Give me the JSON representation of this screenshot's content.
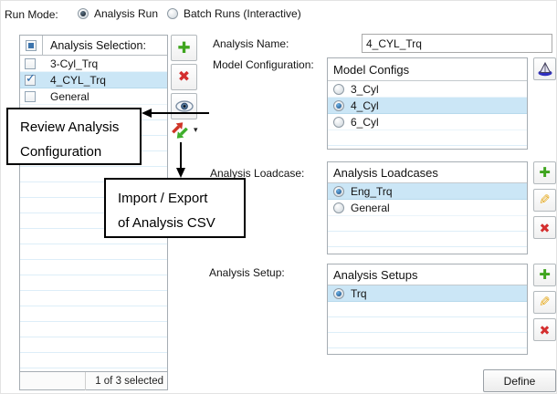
{
  "run_mode": {
    "label": "Run Mode:",
    "options": [
      {
        "label": "Analysis Run",
        "selected": true
      },
      {
        "label": "Batch Runs (Interactive)",
        "selected": false
      }
    ]
  },
  "selection_list": {
    "header": "Analysis Selection:",
    "rows": [
      {
        "label": "3-Cyl_Trq",
        "checked": false,
        "highlighted": false
      },
      {
        "label": "4_CYL_Trq",
        "checked": true,
        "highlighted": true
      },
      {
        "label": "General",
        "checked": false,
        "highlighted": false
      }
    ],
    "select_all_state": "partial",
    "status": "1 of 3 selected"
  },
  "callouts": {
    "review": {
      "line1": "Review Analysis",
      "line2": "Configuration"
    },
    "import_export": {
      "line1": "Import / Export",
      "line2": "of Analysis CSV"
    }
  },
  "analysis_name": {
    "label": "Analysis Name:",
    "value": "4_CYL_Trq"
  },
  "model_configuration": {
    "label": "Model Configuration:",
    "list_title": "Model Configs",
    "options": [
      {
        "label": "3_Cyl",
        "selected": false
      },
      {
        "label": "4_Cyl",
        "selected": true
      },
      {
        "label": "6_Cyl",
        "selected": false
      }
    ]
  },
  "analysis_loadcase": {
    "label": "Analysis Loadcase:",
    "list_title": "Analysis Loadcases",
    "options": [
      {
        "label": "Eng_Trq",
        "selected": true
      },
      {
        "label": "General",
        "selected": false
      }
    ]
  },
  "analysis_setup": {
    "label": "Analysis Setup:",
    "list_title": "Analysis Setups",
    "options": [
      {
        "label": "Trq",
        "selected": true
      }
    ]
  },
  "define_button": "Define",
  "icons": {
    "plus": "✚",
    "cross": "✖",
    "pencil": "✎",
    "caret": "▾",
    "check": "✓"
  },
  "colors": {
    "selection_highlight": "#cbe6f6",
    "radio_blue": "#14477c",
    "add_green": "#3fa51e",
    "delete_red": "#d42f2f",
    "pencil_yellow": "#e6a91c",
    "callout_border": "#000000"
  }
}
